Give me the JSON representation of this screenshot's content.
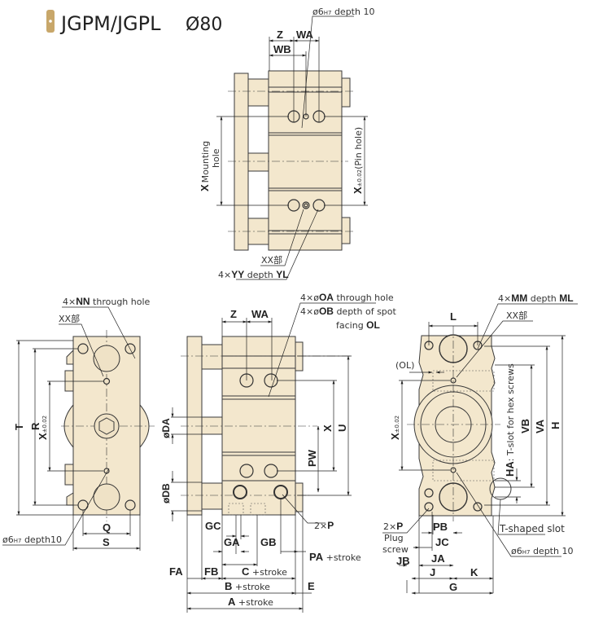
{
  "colors": {
    "accent": "#c8a76a",
    "body": "#f3e7cd",
    "line": "#3a3a3a"
  },
  "title": {
    "series": "JGPM/JGPL",
    "bore": "Ø80"
  },
  "top_view": {
    "z": "Z",
    "wa": "WA",
    "wb": "WB",
    "pin_note": {
      "dia": "ø6",
      "tol": "H7",
      "text": " depth 10"
    },
    "mounting": {
      "x": "X",
      "text1": "Mounting",
      "text2": "hole"
    },
    "pin_hole": {
      "x": "X",
      "tol": "±0.02",
      "text": "(Pin hole)"
    },
    "xx": "XX部",
    "yy": {
      "count": "4×",
      "name": "YY",
      "depth": " depth ",
      "depth_name": "YL"
    }
  },
  "front_view": {
    "nn": {
      "count": "4×",
      "name": "NN",
      "text": " through hole"
    },
    "xx": "XX部",
    "t": "T",
    "r": "R",
    "x": "X",
    "x_tol": "±0.02",
    "q": "Q",
    "s": "S",
    "pin_note": {
      "dia": "ø6",
      "tol": "H7",
      "text": " depth10"
    }
  },
  "side_view": {
    "z": "Z",
    "wa": "WA",
    "oa": {
      "count": "4×ø",
      "name": "OA",
      "text": " through hole"
    },
    "ob": {
      "count": "4×ø",
      "name": "OB",
      "text": " depth of spot"
    },
    "ol": {
      "text": "facing ",
      "name": "OL"
    },
    "da": "øDA",
    "db": "øDB",
    "x": "X",
    "u": "U",
    "pw": "PW",
    "gc": "GC",
    "ga": "GA",
    "gb": "GB",
    "p": {
      "count": "2×",
      "name": "P"
    },
    "pa": {
      "name": "PA",
      "text": " +stroke"
    },
    "fa": "FA",
    "fb": "FB",
    "c": {
      "name": "C",
      "text": " +stroke"
    },
    "b": {
      "name": "B",
      "text": " +stroke"
    },
    "e": "E",
    "a": {
      "name": "A",
      "text": " +stroke"
    }
  },
  "rear_view": {
    "l": "L",
    "mm": {
      "count": "4×",
      "name": "MM",
      "depth": " depth ",
      "depth_name": "ML"
    },
    "xx": "XX部",
    "ol": "(OL)",
    "x": "X",
    "x_tol": "±0.02",
    "ha": {
      "name": "HA",
      "text": ": T-slot for hex screws"
    },
    "vb": "VB",
    "va": "VA",
    "h": "H",
    "t_slot": "T-shaped slot",
    "pin_note": {
      "dia": "ø6",
      "tol": "H7",
      "text": " depth 10"
    },
    "p": {
      "count": "2×",
      "name": "P"
    },
    "plug1": "Plug",
    "plug2": "screw",
    "pb": "PB",
    "jc": "JC",
    "jb": "JB",
    "ja": "JA",
    "j": "J",
    "k": "K",
    "g": "G"
  }
}
